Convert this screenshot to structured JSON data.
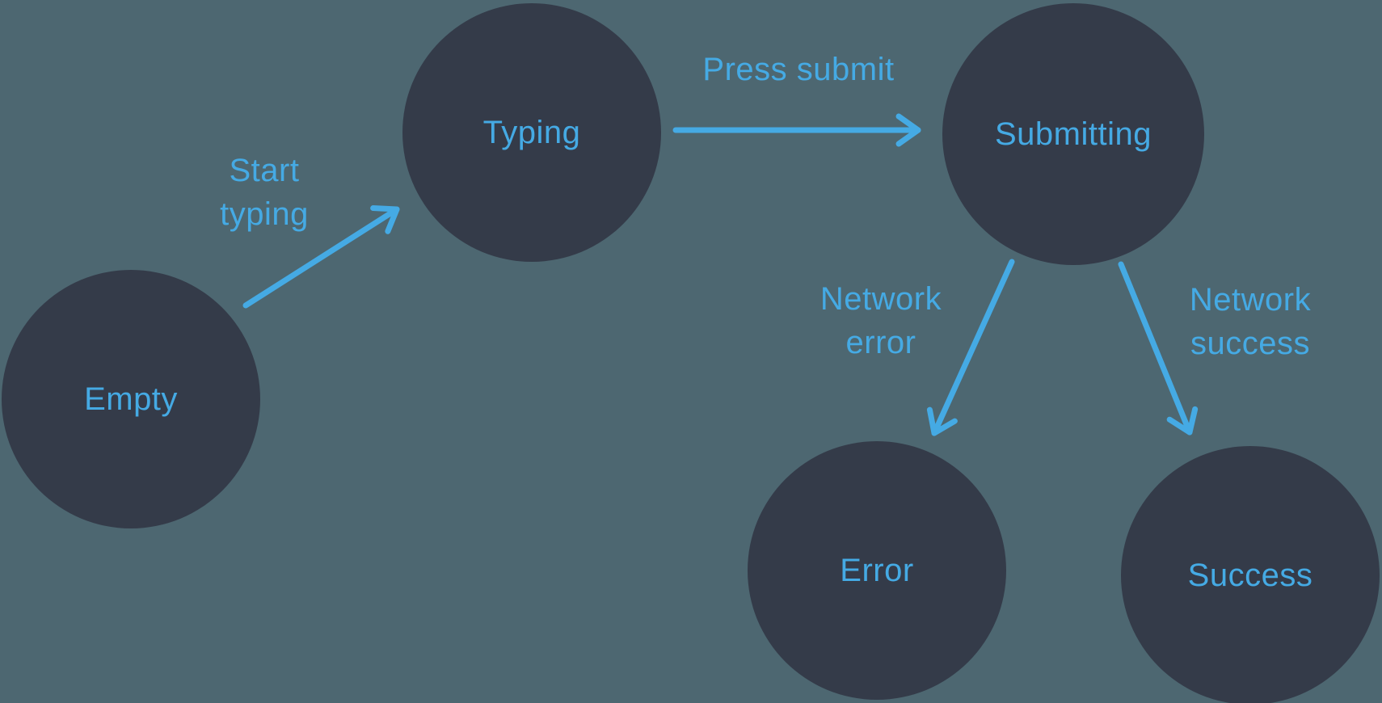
{
  "diagram": {
    "type": "state-machine",
    "colors": {
      "background": "#4D6771",
      "node_fill": "#343B49",
      "accent_blue": "#45AAE4"
    },
    "states": [
      {
        "id": "empty",
        "label": "Empty"
      },
      {
        "id": "typing",
        "label": "Typing"
      },
      {
        "id": "submitting",
        "label": "Submitting"
      },
      {
        "id": "error",
        "label": "Error"
      },
      {
        "id": "success",
        "label": "Success"
      }
    ],
    "transitions": [
      {
        "from": "empty",
        "to": "typing",
        "label": "Start\ntyping"
      },
      {
        "from": "typing",
        "to": "submitting",
        "label": "Press submit"
      },
      {
        "from": "submitting",
        "to": "error",
        "label": "Network\nerror"
      },
      {
        "from": "submitting",
        "to": "success",
        "label": "Network\nsuccess"
      }
    ]
  }
}
